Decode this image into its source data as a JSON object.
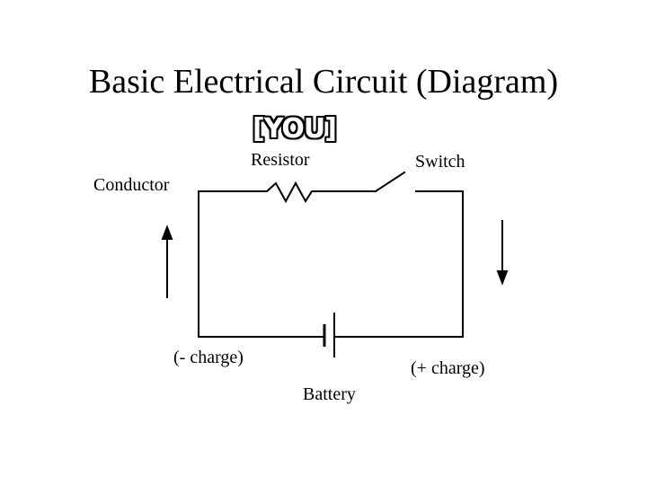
{
  "title": "Basic Electrical Circuit (Diagram)",
  "badge": "[YOU]",
  "labels": {
    "resistor": "Resistor",
    "switch": "Switch",
    "conductor": "Conductor",
    "negative": "(- charge)",
    "positive": "(+ charge)",
    "battery": "Battery"
  },
  "colors": {
    "line": "#000000",
    "background": "#ffffff",
    "badge_text": "#ffffff"
  }
}
